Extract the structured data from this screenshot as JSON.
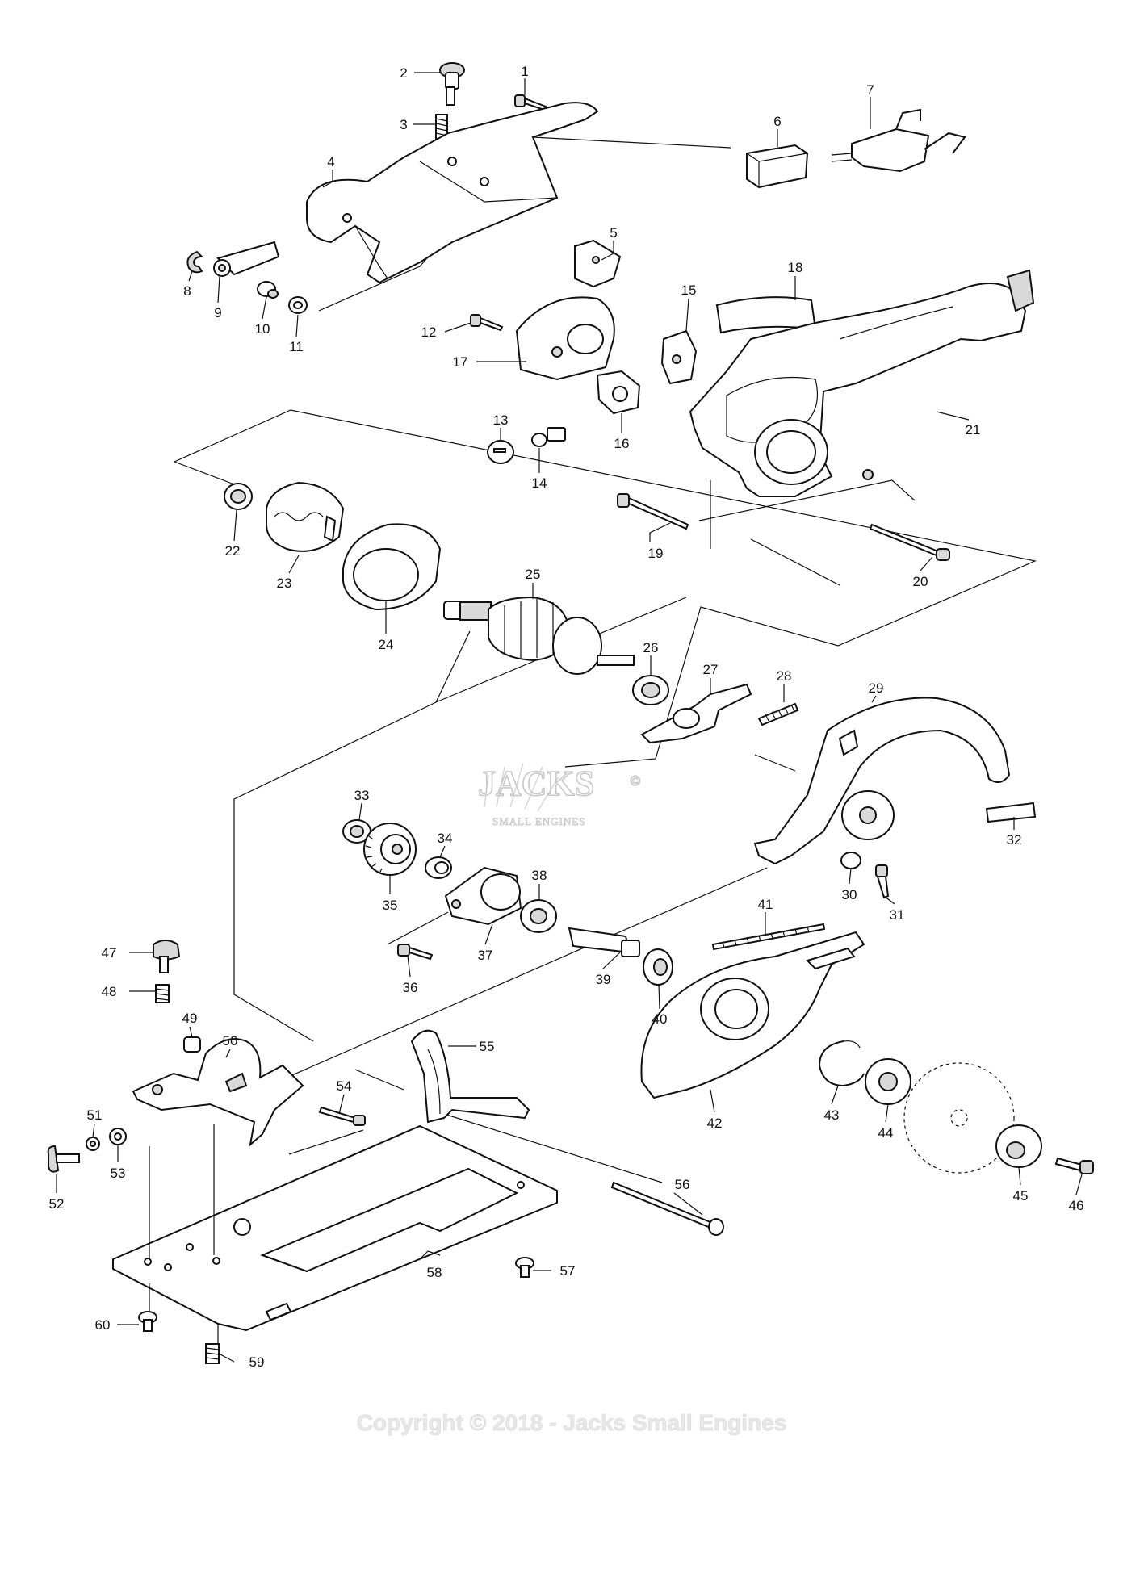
{
  "watermark": {
    "brand": "JACKS",
    "subtitle": "SMALL ENGINES",
    "registered": "©",
    "copyright": "Copyright © 2018 - Jacks Small Engines"
  },
  "parts": [
    {
      "id": 1,
      "label": "1"
    },
    {
      "id": 2,
      "label": "2"
    },
    {
      "id": 3,
      "label": "3"
    },
    {
      "id": 4,
      "label": "4"
    },
    {
      "id": 5,
      "label": "5"
    },
    {
      "id": 6,
      "label": "6"
    },
    {
      "id": 7,
      "label": "7"
    },
    {
      "id": 8,
      "label": "8"
    },
    {
      "id": 9,
      "label": "9"
    },
    {
      "id": 10,
      "label": "10"
    },
    {
      "id": 11,
      "label": "11"
    },
    {
      "id": 12,
      "label": "12"
    },
    {
      "id": 13,
      "label": "13"
    },
    {
      "id": 14,
      "label": "14"
    },
    {
      "id": 15,
      "label": "15"
    },
    {
      "id": 16,
      "label": "16"
    },
    {
      "id": 17,
      "label": "17"
    },
    {
      "id": 18,
      "label": "18"
    },
    {
      "id": 19,
      "label": "19"
    },
    {
      "id": 20,
      "label": "20"
    },
    {
      "id": 21,
      "label": "21"
    },
    {
      "id": 22,
      "label": "22"
    },
    {
      "id": 23,
      "label": "23"
    },
    {
      "id": 24,
      "label": "24"
    },
    {
      "id": 25,
      "label": "25"
    },
    {
      "id": 26,
      "label": "26"
    },
    {
      "id": 27,
      "label": "27"
    },
    {
      "id": 28,
      "label": "28"
    },
    {
      "id": 29,
      "label": "29"
    },
    {
      "id": 30,
      "label": "30"
    },
    {
      "id": 31,
      "label": "31"
    },
    {
      "id": 32,
      "label": "32"
    },
    {
      "id": 33,
      "label": "33"
    },
    {
      "id": 34,
      "label": "34"
    },
    {
      "id": 35,
      "label": "35"
    },
    {
      "id": 36,
      "label": "36"
    },
    {
      "id": 37,
      "label": "37"
    },
    {
      "id": 38,
      "label": "38"
    },
    {
      "id": 39,
      "label": "39"
    },
    {
      "id": 40,
      "label": "40"
    },
    {
      "id": 41,
      "label": "41"
    },
    {
      "id": 42,
      "label": "42"
    },
    {
      "id": 43,
      "label": "43"
    },
    {
      "id": 44,
      "label": "44"
    },
    {
      "id": 45,
      "label": "45"
    },
    {
      "id": 46,
      "label": "46"
    },
    {
      "id": 47,
      "label": "47"
    },
    {
      "id": 48,
      "label": "48"
    },
    {
      "id": 49,
      "label": "49"
    },
    {
      "id": 50,
      "label": "50"
    },
    {
      "id": 51,
      "label": "51"
    },
    {
      "id": 52,
      "label": "52"
    },
    {
      "id": 53,
      "label": "53"
    },
    {
      "id": 54,
      "label": "54"
    },
    {
      "id": 55,
      "label": "55"
    },
    {
      "id": 56,
      "label": "56"
    },
    {
      "id": 57,
      "label": "57"
    },
    {
      "id": 58,
      "label": "58"
    },
    {
      "id": 59,
      "label": "59"
    },
    {
      "id": 60,
      "label": "60"
    }
  ]
}
